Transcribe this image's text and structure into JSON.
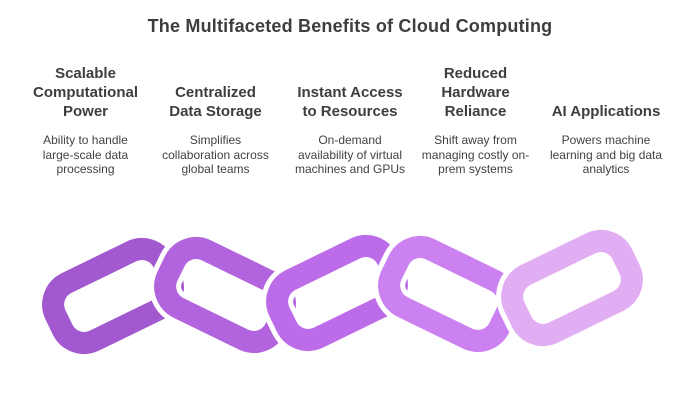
{
  "title": "The Multifaceted Benefits of Cloud Computing",
  "columns": [
    {
      "heading": [
        "Scalable",
        "Computational",
        "Power"
      ],
      "description": [
        "Ability to handle",
        "large-scale data",
        "processing"
      ]
    },
    {
      "heading": [
        "Centralized",
        "Data Storage"
      ],
      "description": [
        "Simplifies",
        "collaboration across",
        "global teams"
      ]
    },
    {
      "heading": [
        "Instant Access",
        "to Resources"
      ],
      "description": [
        "On-demand",
        "availability of virtual",
        "machines and GPUs"
      ]
    },
    {
      "heading": [
        "Reduced",
        "Hardware",
        "Reliance"
      ],
      "description": [
        "Shift away from",
        "managing costly on-",
        "prem systems"
      ]
    },
    {
      "heading": [
        "AI Applications"
      ],
      "description": [
        "Powers machine",
        "learning and big data",
        "analytics"
      ]
    }
  ],
  "colors": {
    "background": "#ffffff",
    "title_text": "#3e3e3e",
    "body_text": "#424242",
    "chain_outline": "#ffffff"
  },
  "chain": {
    "links": [
      {
        "name": "link-1",
        "color": "#a259cf"
      },
      {
        "name": "link-2",
        "color": "#b263de"
      },
      {
        "name": "link-3",
        "color": "#bd6ce9"
      },
      {
        "name": "link-4",
        "color": "#cb82f0"
      },
      {
        "name": "link-5",
        "color": "#e1adf3"
      }
    ]
  }
}
